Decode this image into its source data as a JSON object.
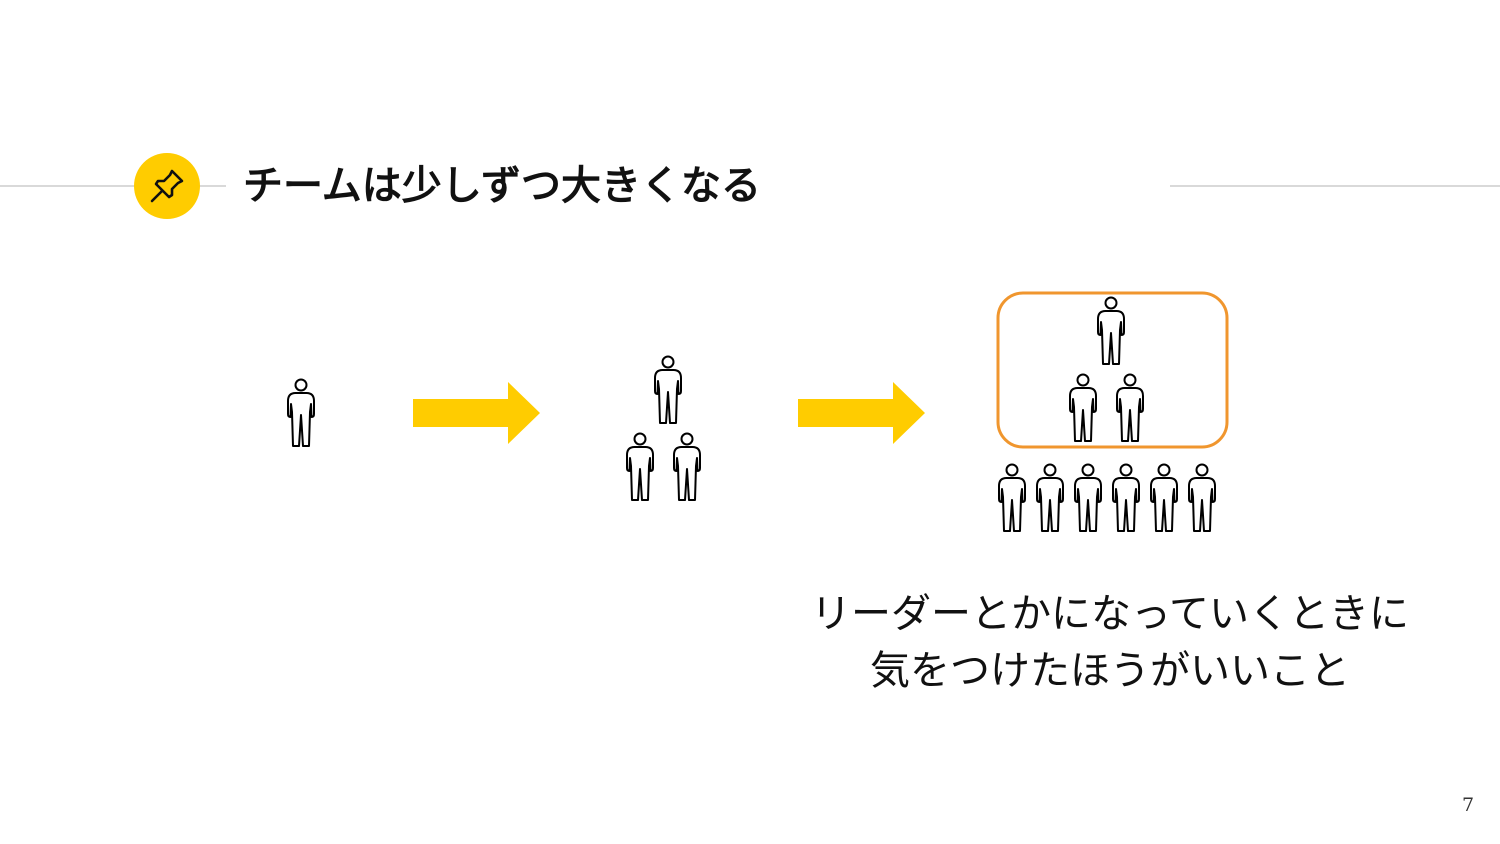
{
  "slide": {
    "title": "チームは少しずつ大きくなる",
    "title_icon": "pushpin-icon",
    "caption_lines": [
      "リーダーとかになっていくときに",
      "気をつけたほうがいいこと"
    ],
    "page_number": "7"
  },
  "diagram": {
    "stages": [
      {
        "name": "stage-single",
        "people_count": 1
      },
      {
        "name": "stage-small-team",
        "people_count": 3
      },
      {
        "name": "stage-large-team",
        "people_count": 9,
        "highlighted_leaders": 3
      }
    ],
    "arrow_count": 2,
    "person_icon": "person-icon",
    "arrow_icon": "right-arrow-icon"
  },
  "colors": {
    "accent_yellow": "#ffcc00",
    "highlight_orange": "#f0962e",
    "divider": "#d9d9d9",
    "text": "#111111"
  }
}
